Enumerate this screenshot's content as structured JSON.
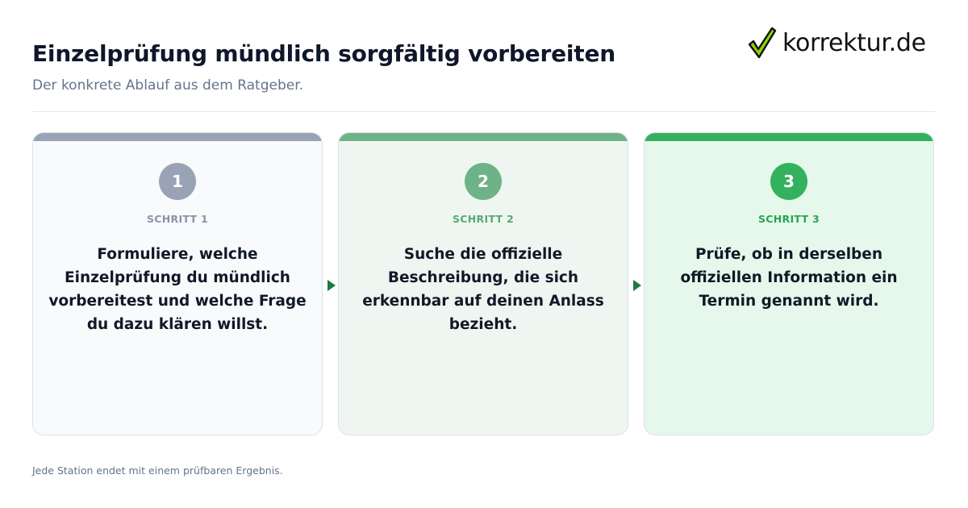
{
  "header": {
    "title": "Einzelprüfung mündlich sorgfältig vorbereiten",
    "subtitle": "Der konkrete Ablauf aus dem Ratgeber."
  },
  "logo": {
    "icon": "checkmark-icon",
    "text": "korrektur.de"
  },
  "steps": [
    {
      "number": "1",
      "label": "SCHRITT 1",
      "text": "Formuliere, welche Einzelprüfung du mündlich vorbereitest und welche Frage du dazu klären willst.",
      "accent_color": "#9aa3b5",
      "background_color": "#f8fafc"
    },
    {
      "number": "2",
      "label": "SCHRITT 2",
      "text": "Suche die offizielle Beschreibung, die sich erkennbar auf deinen Anlass bezieht.",
      "accent_color": "#6db387",
      "background_color": "#eff6f1"
    },
    {
      "number": "3",
      "label": "SCHRITT 3",
      "text": "Prüfe, ob in derselben offiziellen Information ein Termin genannt wird.",
      "accent_color": "#34b15e",
      "background_color": "#e6f8eb"
    }
  ],
  "connectors": {
    "icon": "arrow-right-icon",
    "color": "#1f7a3f"
  },
  "footer": {
    "note": "Jede Station endet mit einem prüfbaren Ergebnis."
  }
}
